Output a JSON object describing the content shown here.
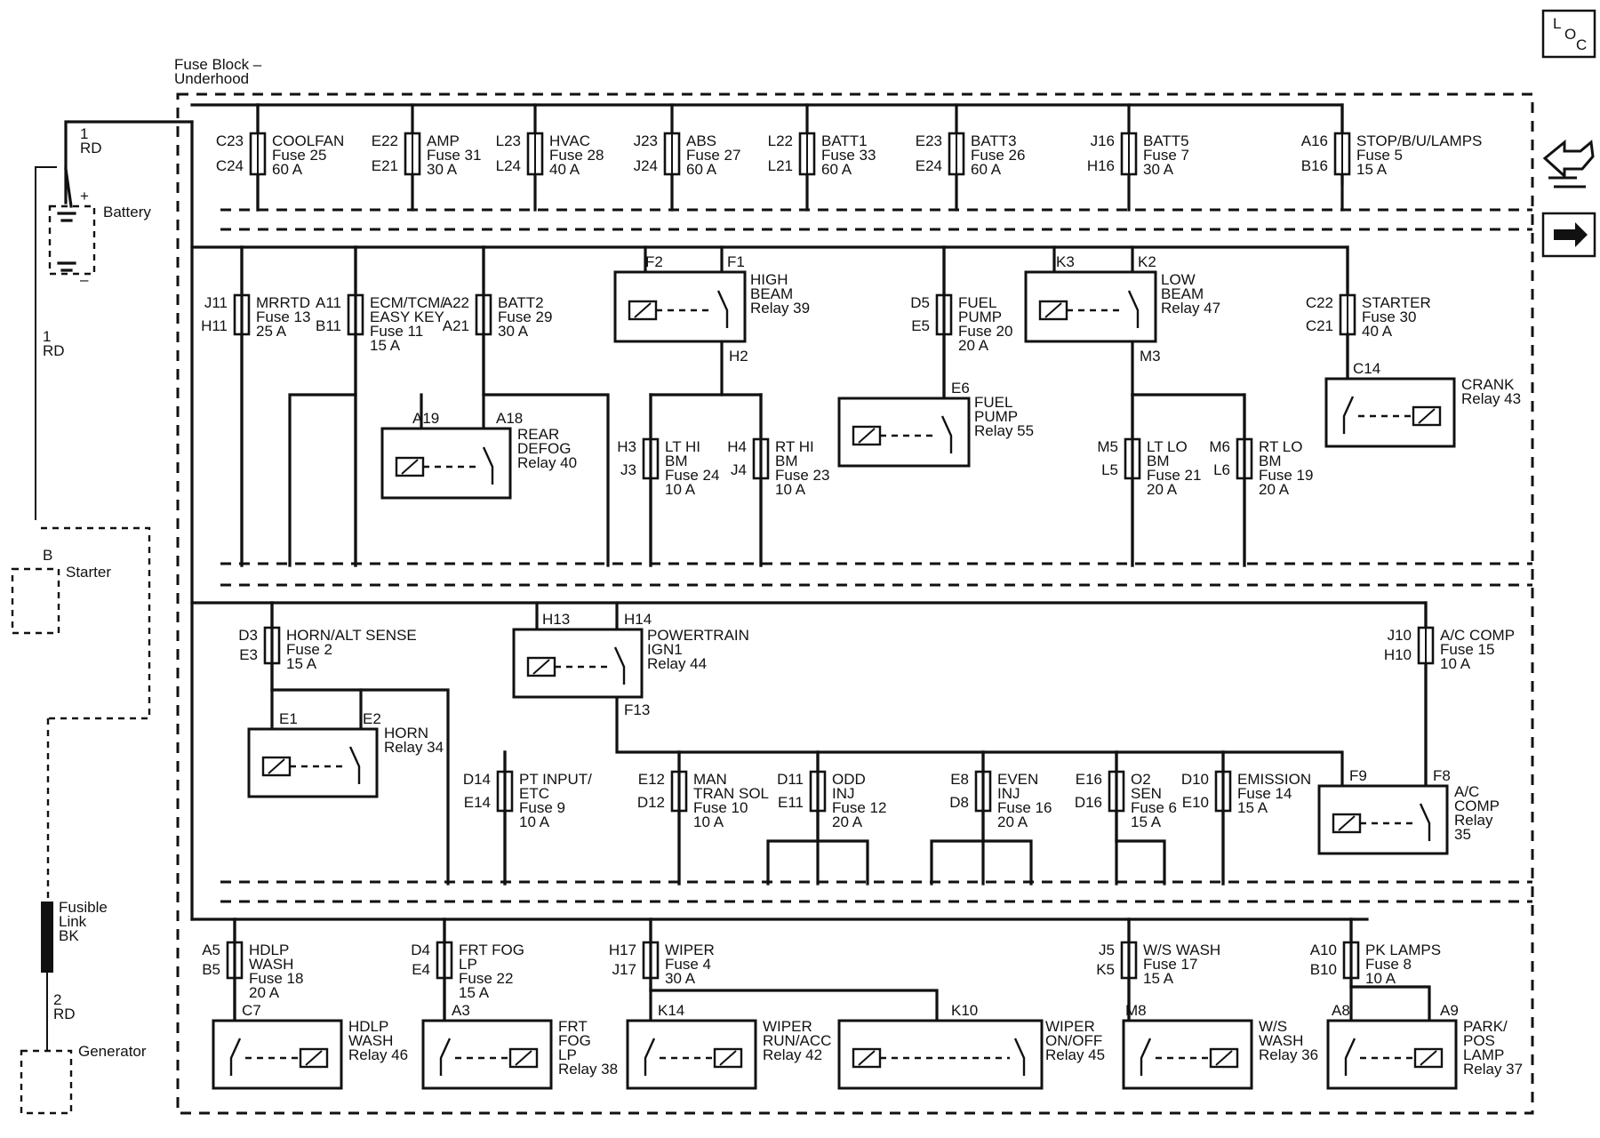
{
  "loc_icon": {
    "letters": [
      "L",
      "O",
      "C"
    ]
  },
  "nav": {
    "back_icon": "back-arrow-icon",
    "forward_icon": "forward-arrow-icon"
  },
  "block_title": [
    "Fuse Block –",
    "Underhood"
  ],
  "battery": {
    "label": "Battery",
    "wire_top": [
      "1",
      "RD"
    ],
    "wire_mid": [
      "1",
      "RD"
    ],
    "plus": "+",
    "minus": "–"
  },
  "starter": {
    "label": "Starter",
    "pin": "B"
  },
  "fusible_link": {
    "label": [
      "Fusible",
      "Link",
      "BK"
    ],
    "wire": [
      "2",
      "RD"
    ]
  },
  "generator": {
    "label": "Generator"
  },
  "row1_fuses": [
    {
      "top_pin": "C23",
      "bottom_pin": "C24",
      "lines": [
        "COOLFAN",
        "Fuse 25",
        "60 A"
      ]
    },
    {
      "top_pin": "E22",
      "bottom_pin": "E21",
      "lines": [
        "AMP",
        "Fuse 31",
        "30 A"
      ]
    },
    {
      "top_pin": "L23",
      "bottom_pin": "L24",
      "lines": [
        "HVAC",
        "Fuse 28",
        "40 A"
      ]
    },
    {
      "top_pin": "J23",
      "bottom_pin": "J24",
      "lines": [
        "ABS",
        "Fuse 27",
        "60 A"
      ]
    },
    {
      "top_pin": "L22",
      "bottom_pin": "L21",
      "lines": [
        "BATT1",
        "Fuse 33",
        "60 A"
      ]
    },
    {
      "top_pin": "E23",
      "bottom_pin": "E24",
      "lines": [
        "BATT3",
        "Fuse 26",
        "60 A"
      ]
    },
    {
      "top_pin": "J16",
      "bottom_pin": "H16",
      "lines": [
        "BATT5",
        "Fuse 7",
        "30 A"
      ]
    },
    {
      "top_pin": "A16",
      "bottom_pin": "B16",
      "lines": [
        "STOP/B/U/LAMPS",
        "Fuse 5",
        "15 A"
      ]
    }
  ],
  "row2_fuses": [
    {
      "top_pin": "J11",
      "bottom_pin": "H11",
      "lines": [
        "MRRTD",
        "Fuse 13",
        "25 A"
      ]
    },
    {
      "top_pin": "A11",
      "bottom_pin": "B11",
      "lines": [
        "ECM/TCM/",
        "EASY KEY",
        "Fuse 11",
        "15 A"
      ]
    },
    {
      "top_pin": "A22",
      "bottom_pin": "A21",
      "lines": [
        "BATT2",
        "Fuse 29",
        "30 A"
      ]
    },
    {
      "top_pin": "D5",
      "bottom_pin": "E5",
      "lines": [
        "FUEL",
        "PUMP",
        "Fuse 20",
        "20 A"
      ]
    },
    {
      "top_pin": "C22",
      "bottom_pin": "C21",
      "lines": [
        "STARTER",
        "Fuse 30",
        "40 A"
      ]
    },
    {
      "top_pin": "H3",
      "bottom_pin": "J3",
      "lines": [
        "LT HI",
        "BM",
        "Fuse 24",
        "10 A"
      ]
    },
    {
      "top_pin": "H4",
      "bottom_pin": "J4",
      "lines": [
        "RT HI",
        "BM",
        "Fuse 23",
        "10 A"
      ]
    },
    {
      "top_pin": "M5",
      "bottom_pin": "L5",
      "lines": [
        "LT LO",
        "BM",
        "Fuse 21",
        "20 A"
      ]
    },
    {
      "top_pin": "M6",
      "bottom_pin": "L6",
      "lines": [
        "RT LO",
        "BM",
        "Fuse 19",
        "20 A"
      ]
    }
  ],
  "row3_fuses": [
    {
      "top_pin": "D3",
      "bottom_pin": "E3",
      "lines": [
        "HORN/ALT SENSE",
        "Fuse 2",
        "15 A"
      ]
    },
    {
      "top_pin": "J10",
      "bottom_pin": "H10",
      "lines": [
        "A/C COMP",
        "Fuse 15",
        "10 A"
      ]
    },
    {
      "top_pin": "D14",
      "bottom_pin": "E14",
      "lines": [
        "PT INPUT/",
        "ETC",
        "Fuse 9",
        "10 A"
      ]
    },
    {
      "top_pin": "E12",
      "bottom_pin": "D12",
      "lines": [
        "MAN",
        "TRAN SOL",
        "Fuse 10",
        "10 A"
      ]
    },
    {
      "top_pin": "D11",
      "bottom_pin": "E11",
      "lines": [
        "ODD",
        "INJ",
        "Fuse 12",
        "20 A"
      ]
    },
    {
      "top_pin": "E8",
      "bottom_pin": "D8",
      "lines": [
        "EVEN",
        "INJ",
        "Fuse 16",
        "20 A"
      ]
    },
    {
      "top_pin": "E16",
      "bottom_pin": "D16",
      "lines": [
        "O2",
        "SEN",
        "Fuse 6",
        "15 A"
      ]
    },
    {
      "top_pin": "D10",
      "bottom_pin": "E10",
      "lines": [
        "EMISSION",
        "Fuse 14",
        "15 A"
      ]
    }
  ],
  "row4_fuses": [
    {
      "top_pin": "A5",
      "bottom_pin": "B5",
      "lines": [
        "HDLP",
        "WASH",
        "Fuse 18",
        "20 A"
      ]
    },
    {
      "top_pin": "D4",
      "bottom_pin": "E4",
      "lines": [
        "FRT FOG",
        "LP",
        "Fuse 22",
        "15 A"
      ]
    },
    {
      "top_pin": "H17",
      "bottom_pin": "J17",
      "lines": [
        "WIPER",
        "Fuse 4",
        "30 A"
      ]
    },
    {
      "top_pin": "J5",
      "bottom_pin": "K5",
      "lines": [
        "W/S WASH",
        "Fuse 17",
        "15 A"
      ]
    },
    {
      "top_pin": "A10",
      "bottom_pin": "B10",
      "lines": [
        "PK LAMPS",
        "Fuse 8",
        "10 A"
      ]
    }
  ],
  "relays": [
    {
      "pins": [
        "F2",
        "F1",
        "H2"
      ],
      "lines": [
        "HIGH",
        "BEAM",
        "Relay 39"
      ]
    },
    {
      "pins": [
        "K3",
        "K2",
        "M3"
      ],
      "lines": [
        "LOW",
        "BEAM",
        "Relay 47"
      ]
    },
    {
      "pins": [
        "A19",
        "A18"
      ],
      "lines": [
        "REAR",
        "DEFOG",
        "Relay 40"
      ]
    },
    {
      "pins": [
        "E6"
      ],
      "lines": [
        "FUEL",
        "PUMP",
        "Relay 55"
      ]
    },
    {
      "pins": [
        "C14"
      ],
      "lines": [
        "CRANK",
        "Relay 43"
      ]
    },
    {
      "pins": [
        "H13",
        "H14",
        "F13"
      ],
      "lines": [
        "POWERTRAIN",
        "IGN1",
        "Relay 44"
      ]
    },
    {
      "pins": [
        "E1",
        "E2"
      ],
      "lines": [
        "HORN",
        "Relay 34"
      ]
    },
    {
      "pins": [
        "F9",
        "F8"
      ],
      "lines": [
        "A/C",
        "COMP",
        "Relay",
        "35"
      ]
    },
    {
      "pins": [
        "C7"
      ],
      "lines": [
        "HDLP",
        "WASH",
        "Relay 46"
      ]
    },
    {
      "pins": [
        "A3"
      ],
      "lines": [
        "FRT",
        "FOG",
        "LP",
        "Relay 38"
      ]
    },
    {
      "pins": [
        "K14"
      ],
      "lines": [
        "WIPER",
        "RUN/ACC",
        "Relay 42"
      ]
    },
    {
      "pins": [
        "K10"
      ],
      "lines": [
        "WIPER",
        "ON/OFF",
        "Relay 45"
      ]
    },
    {
      "pins": [
        "M8"
      ],
      "lines": [
        "W/S",
        "WASH",
        "Relay 36"
      ]
    },
    {
      "pins": [
        "A8",
        "A9"
      ],
      "lines": [
        "PARK/",
        "POS",
        "LAMP",
        "Relay 37"
      ]
    }
  ]
}
